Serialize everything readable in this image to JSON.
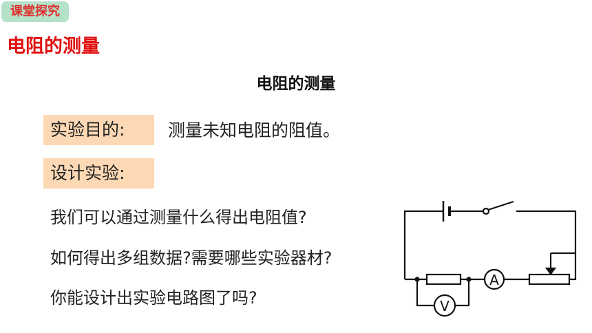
{
  "tag": "课堂探究",
  "title": "电阻的测量",
  "subtitle": "电阻的测量",
  "purpose": {
    "label": "实验目的:",
    "text": "测量未知电阻的阻值。"
  },
  "design": {
    "label": "设计实验:"
  },
  "questions": [
    "我们可以通过测量什么得出电阻值?",
    "如何得出多组数据?需要哪些实验器材?",
    "你能设计出实验电路图了吗?"
  ],
  "circuit": {
    "ammeter": "A",
    "voltmeter": "V"
  }
}
